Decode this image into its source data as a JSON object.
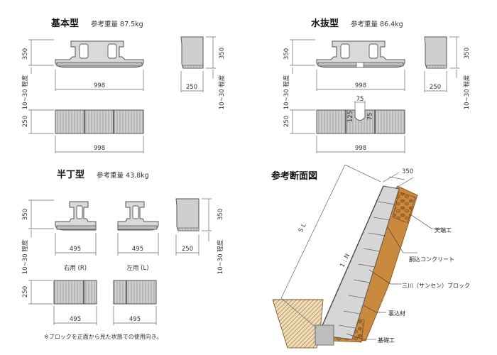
{
  "panels": {
    "basic": {
      "title": "基本型",
      "weight": "参考重量 87.5kg",
      "dim_height": "350",
      "dim_gap": "10~30 程度",
      "dim_width": "998",
      "dim_side": "250",
      "dim_front_height": "250",
      "dim_front_width": "998"
    },
    "drain": {
      "title": "水抜型",
      "weight": "参考重量 86.4kg",
      "dim_height": "350",
      "dim_gap": "10~30 程度",
      "dim_width": "998",
      "dim_side": "250",
      "dim_front_height": "250",
      "dim_front_width": "998",
      "notch_width": "75",
      "notch_h1": "125",
      "notch_h2": "75"
    },
    "half": {
      "title": "半丁型",
      "weight": "参考重量 43.8kg",
      "dim_height": "350",
      "dim_gap": "10~30 程度",
      "dim_width_r": "495",
      "dim_width_l": "495",
      "dim_side": "250",
      "label_r": "右用 (R)",
      "label_l": "左用 (L)",
      "dim_front_height": "250",
      "dim_front_width_r": "495",
      "dim_front_width_l": "495",
      "note": "※ブロックを正面から見た状態での使用向き。"
    },
    "section": {
      "title": "参考断面図",
      "dim_top": "350",
      "label_sl": "S L",
      "label_slope": "1 : N",
      "labels": {
        "tenba": "天端工",
        "dokomi": "胴込コンクリート",
        "block": "三川（サンセン）ブロック",
        "uragome": "裏込材",
        "kiso": "基礎工"
      }
    }
  },
  "colors": {
    "block": "#d9d9d9",
    "soil": "#c98a3e",
    "gravel": "#b77a3d",
    "ground": "#e9d3a9"
  }
}
